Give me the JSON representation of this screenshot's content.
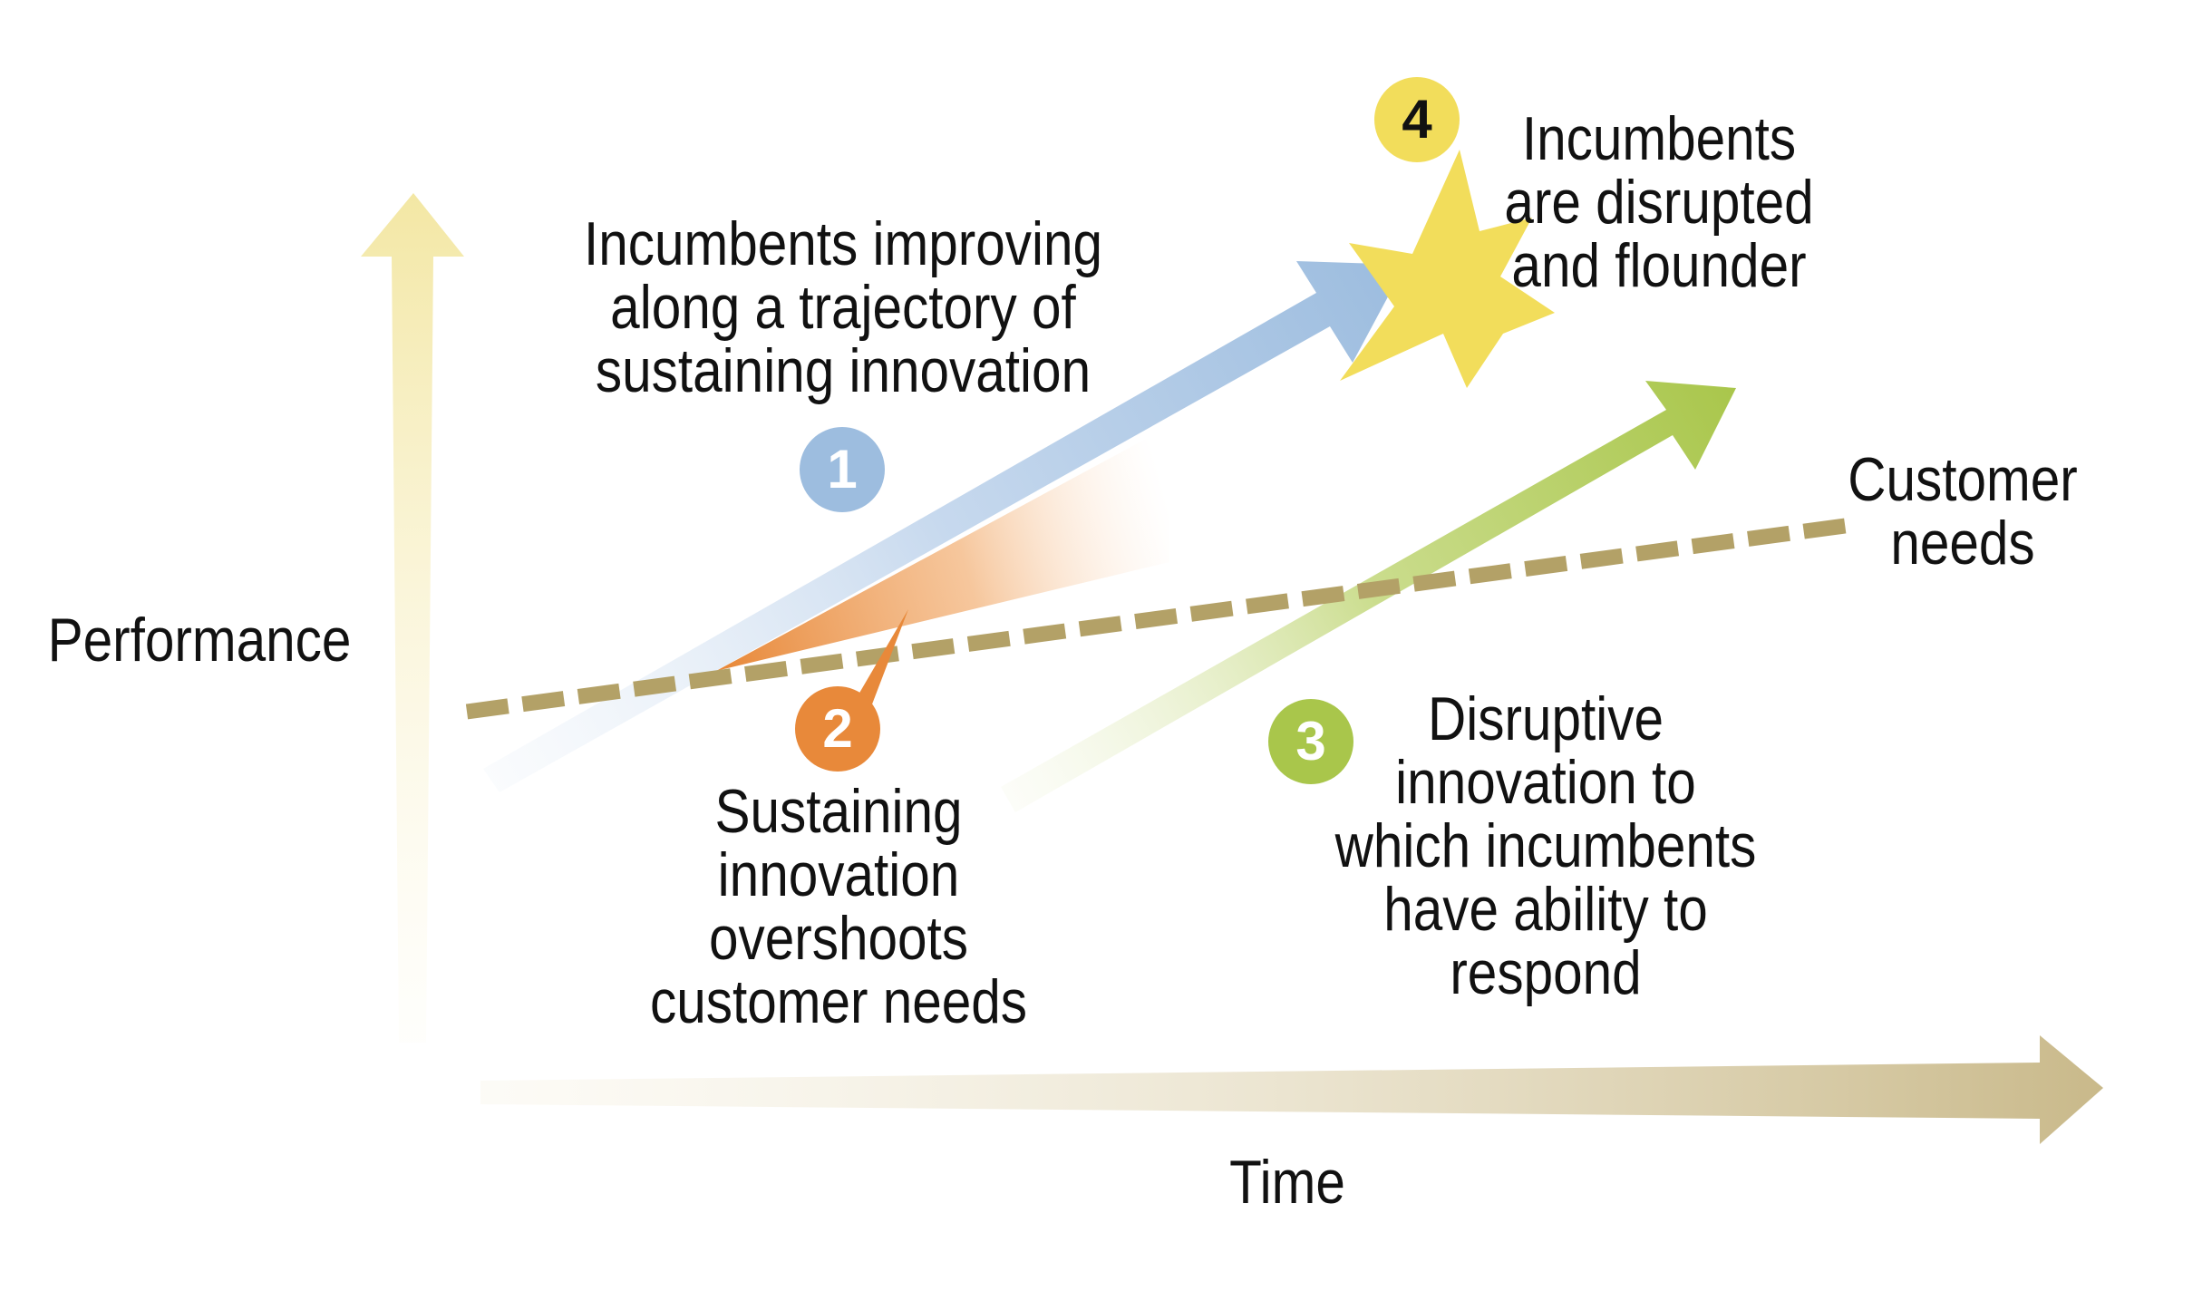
{
  "axes": {
    "y_label": "Performance",
    "x_label": "Time"
  },
  "colors": {
    "performance_axis": "#f3e7a4",
    "time_axis": "#c9b98a",
    "sustaining_arrow": "#9dbddf",
    "disruptive_arrow": "#a9c64b",
    "customer_needs_line": "#b3a167",
    "overshoot_wedge": "#e8893a",
    "disruption_star": "#f2dd5b",
    "badge_1": "#9dbddf",
    "badge_2": "#e8893a",
    "badge_3": "#a9c64b",
    "badge_4": "#f2dd5b"
  },
  "labels": {
    "sustaining": [
      "Incumbents improving",
      "along a trajectory of",
      "sustaining innovation"
    ],
    "overshoot": [
      "Sustaining",
      "innovation",
      "overshoots",
      "customer needs"
    ],
    "disruptive": [
      "Disruptive",
      "innovation to",
      "which incumbents",
      "have ability to",
      "respond"
    ],
    "disrupted": [
      "Incumbents",
      "are disrupted",
      "and flounder"
    ],
    "customer_needs": [
      "Customer",
      "needs"
    ]
  },
  "badges": {
    "b1": "1",
    "b2": "2",
    "b3": "3",
    "b4": "4"
  }
}
